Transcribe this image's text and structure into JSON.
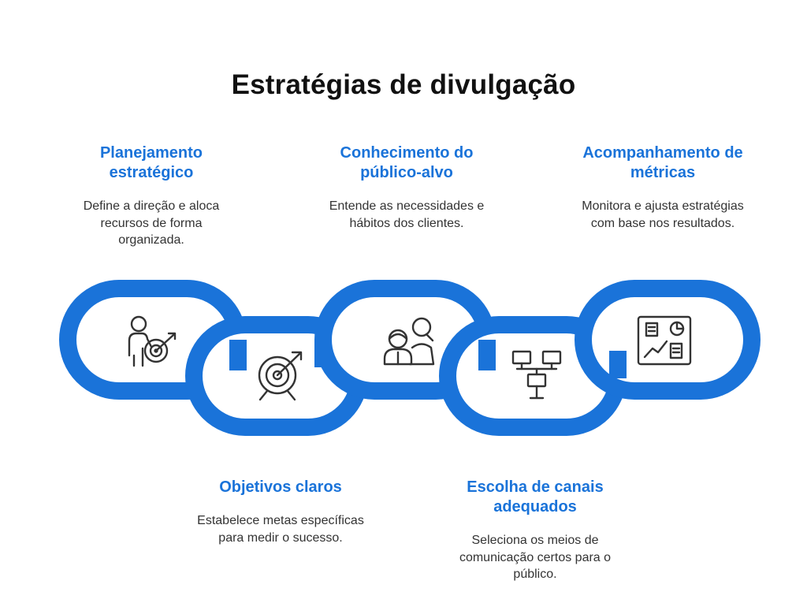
{
  "title": "Estratégias de divulgação",
  "colors": {
    "accent": "#1a73d9",
    "link_fill": "#ffffff",
    "icon_stroke": "#333333",
    "heading": "#111111",
    "body_text": "#333333"
  },
  "steps": [
    {
      "title": "Planejamento estratégico",
      "description": "Define a direção e aloca recursos de forma organizada.",
      "icon": "person-target-icon",
      "position": "top"
    },
    {
      "title": "Objetivos claros",
      "description": "Estabelece metas específicas para medir o sucesso.",
      "icon": "target-arrow-icon",
      "position": "bottom"
    },
    {
      "title": "Conhecimento do público-alvo",
      "description": "Entende as necessidades e hábitos dos clientes.",
      "icon": "audience-icon",
      "position": "top"
    },
    {
      "title": "Escolha de canais adequados",
      "description": "Seleciona os meios de comunicação certos para o público.",
      "icon": "network-channels-icon",
      "position": "bottom"
    },
    {
      "title": "Acompanhamento de métricas",
      "description": "Monitora e ajusta estratégias com base nos resultados.",
      "icon": "dashboard-metrics-icon",
      "position": "top"
    }
  ]
}
